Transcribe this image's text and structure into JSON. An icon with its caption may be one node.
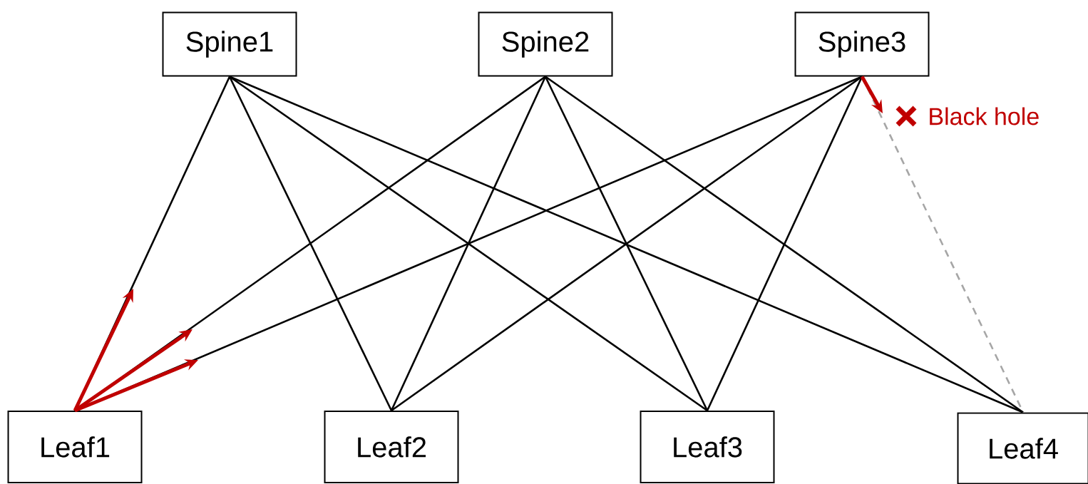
{
  "diagram": {
    "nodes": [
      {
        "text": [
          "Spine1"
        ]
      },
      {
        "text": [
          "Spine2"
        ]
      },
      {
        "text": [
          "Spine3"
        ]
      },
      {
        "text": [
          "Leaf1"
        ]
      },
      {
        "text": [
          "Leaf2"
        ]
      },
      {
        "text": [
          "Leaf3"
        ]
      },
      {
        "text": [
          "Leaf4"
        ]
      },
      {
        "text": [
          "Black hole"
        ]
      }
    ],
    "edges": [
      {
        "from": 0,
        "to": 3,
        "arrow": "none"
      },
      {
        "from": 0,
        "to": 4,
        "arrow": "none"
      },
      {
        "from": 0,
        "to": 5,
        "arrow": "none"
      },
      {
        "from": 0,
        "to": 6,
        "arrow": "none"
      },
      {
        "from": 1,
        "to": 3,
        "arrow": "none"
      },
      {
        "from": 1,
        "to": 4,
        "arrow": "none"
      },
      {
        "from": 1,
        "to": 5,
        "arrow": "none"
      },
      {
        "from": 1,
        "to": 6,
        "arrow": "none"
      },
      {
        "from": 2,
        "to": 3,
        "arrow": "none"
      },
      {
        "from": 2,
        "to": 4,
        "arrow": "none"
      },
      {
        "from": 2,
        "to": 5,
        "arrow": "none"
      },
      {
        "from": 2,
        "to": 6,
        "arrow": "none",
        "style": "dashed",
        "color": "#a6a6a6"
      },
      {
        "from": 3,
        "to": null,
        "arrow": "to",
        "style": "thick",
        "color": "#c00000"
      },
      {
        "from": 3,
        "to": null,
        "arrow": "to",
        "style": "thick",
        "color": "#c00000"
      },
      {
        "from": 3,
        "to": null,
        "arrow": "to",
        "style": "thick",
        "color": "#c00000"
      },
      {
        "from": 2,
        "to": 7,
        "arrow": "to",
        "style": "thick",
        "color": "#c00000"
      }
    ]
  }
}
